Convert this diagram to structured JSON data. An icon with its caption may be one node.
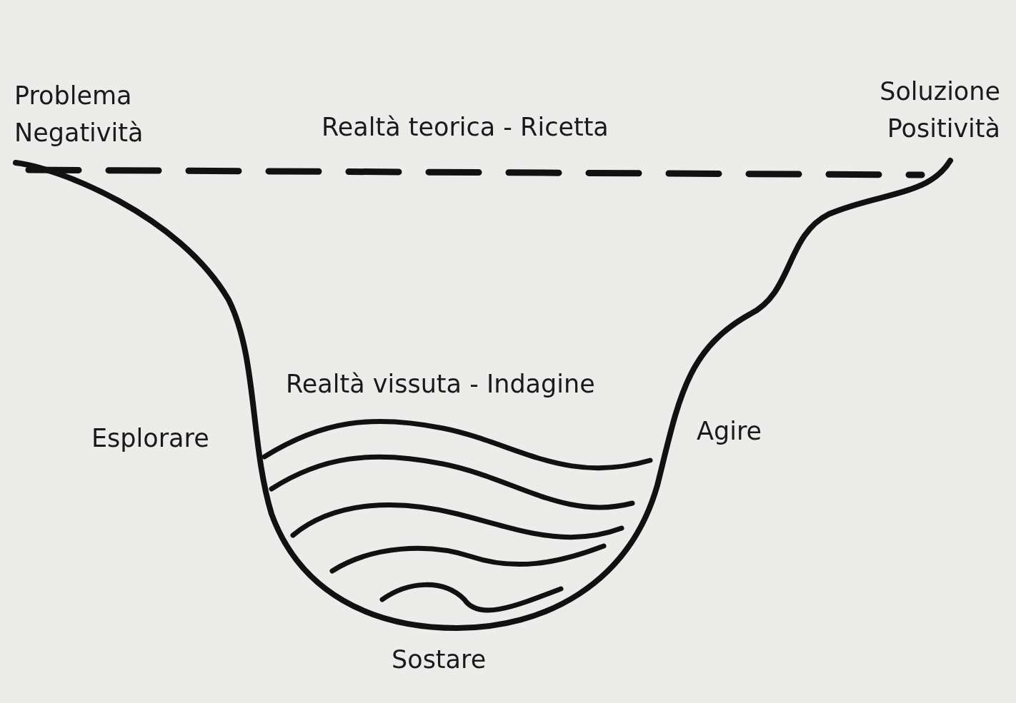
{
  "diagram": {
    "labels": [
      "Problema Negatività",
      "Realtà teorica - Ricetta",
      "Soluzione Positività",
      "Realtà vissuta - Indagine",
      "Esplorare",
      "Agire",
      "Sostare"
    ]
  }
}
